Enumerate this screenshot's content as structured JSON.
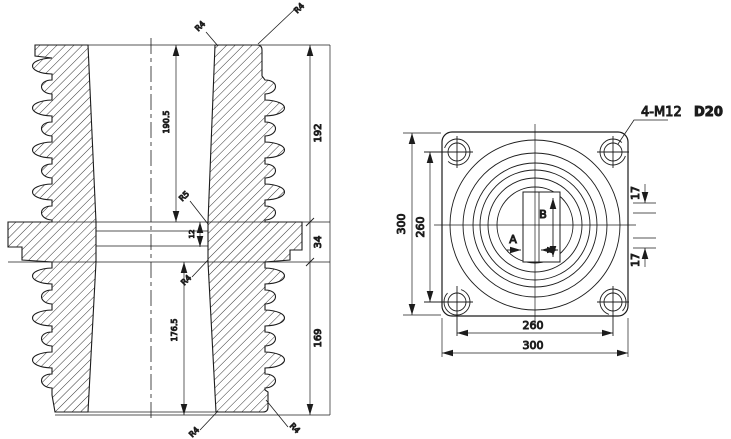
{
  "title": "insulator-bushing-technical-drawing",
  "section_view": {
    "dim_192": "192",
    "dim_34": "34",
    "dim_169": "169",
    "dim_190_5": "190.5",
    "dim_176_5": "176.5",
    "dim_12": "12",
    "r4": "R4",
    "r5": "R5"
  },
  "plan_view": {
    "bolt_callout": "4-M12",
    "bolt_callout_bold": "D20",
    "dim_left_outer": "300",
    "dim_left_inner": "260",
    "dim_bottom_inner": "260",
    "dim_bottom_outer": "300",
    "dim_right_top": "17",
    "dim_right_bottom": "17",
    "label_a": "A",
    "label_b": "B"
  },
  "colors": {
    "line": "#1c1c1c",
    "background": "#ffffff"
  }
}
